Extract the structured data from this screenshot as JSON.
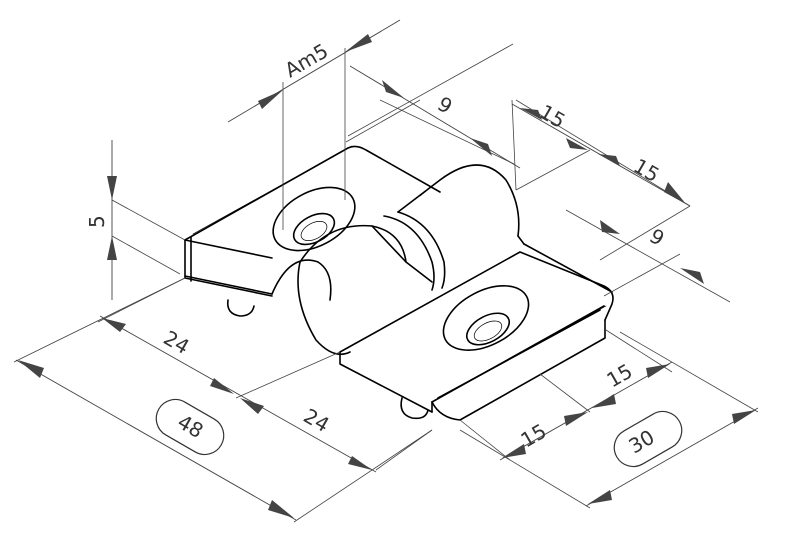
{
  "dimensions": {
    "thread": "Am5",
    "top_inset": "9",
    "right_pitch_left": "15",
    "right_pitch_right": "15",
    "right_inset": "9",
    "height": "5",
    "front_half_1": "24",
    "front_half_2": "24",
    "overall_length": "48",
    "depth_half_1": "15",
    "depth_half_2": "15",
    "overall_depth": "30"
  }
}
